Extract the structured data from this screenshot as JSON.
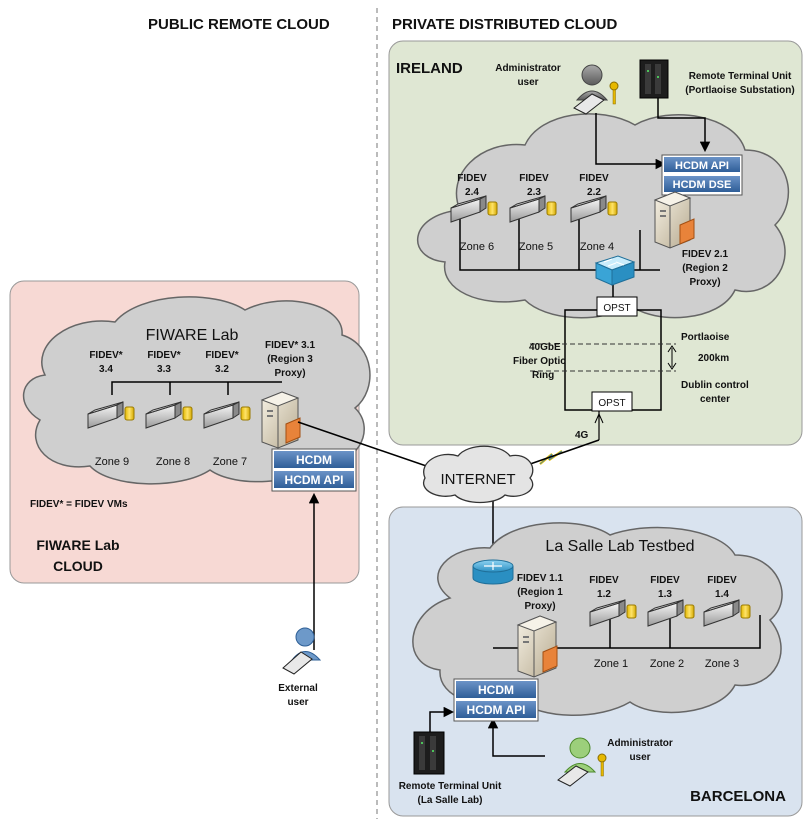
{
  "headers": {
    "public": "PUBLIC REMOTE CLOUD",
    "private": "PRIVATE DISTRIBUTED CLOUD"
  },
  "ireland": {
    "region_label": "IRELAND",
    "admin_user": [
      "Administrator",
      "user"
    ],
    "rtu": [
      "Remote Terminal Unit",
      "(Portlaoise Substation)"
    ],
    "hcdm_api": "HCDM API",
    "hcdm_dse": "HCDM DSE",
    "nodes": [
      {
        "fidev": [
          "FIDEV",
          "2.4"
        ],
        "zone": "Zone 6"
      },
      {
        "fidev": [
          "FIDEV",
          "2.3"
        ],
        "zone": "Zone 5"
      },
      {
        "fidev": [
          "FIDEV",
          "2.2"
        ],
        "zone": "Zone 4"
      }
    ],
    "proxy": [
      "FIDEV 2.1",
      "(Region 2",
      "Proxy)"
    ],
    "opst_top": "OPST",
    "opst_bottom": "OPST",
    "ring": [
      "40GbE",
      "Fiber Optic",
      "Ring"
    ],
    "portlaoise": "Portlaoise",
    "distance": "200km",
    "dublin": [
      "Dublin control",
      "center"
    ],
    "link_4g": "4G"
  },
  "fiware": {
    "cloud_title": "FIWARE Lab",
    "nodes": [
      {
        "fidev": [
          "FIDEV*",
          "3.4"
        ],
        "zone": "Zone 9"
      },
      {
        "fidev": [
          "FIDEV*",
          "3.3"
        ],
        "zone": "Zone 8"
      },
      {
        "fidev": [
          "FIDEV*",
          "3.2"
        ],
        "zone": "Zone 7"
      }
    ],
    "proxy": [
      "FIDEV* 3.1",
      "(Region 3",
      "Proxy)"
    ],
    "hcdm": "HCDM",
    "hcdm_api": "HCDM API",
    "note": "FIDEV* = FIDEV VMs",
    "region_label": [
      "FIWARE Lab",
      "CLOUD"
    ],
    "external_user": [
      "External",
      "user"
    ]
  },
  "internet": "INTERNET",
  "barcelona": {
    "cloud_title": "La Salle Lab Testbed",
    "proxy": [
      "FIDEV 1.1",
      "(Region 1",
      "Proxy)"
    ],
    "nodes": [
      {
        "fidev": [
          "FIDEV",
          "1.2"
        ],
        "zone": "Zone 1"
      },
      {
        "fidev": [
          "FIDEV",
          "1.3"
        ],
        "zone": "Zone 2"
      },
      {
        "fidev": [
          "FIDEV",
          "1.4"
        ],
        "zone": "Zone 3"
      }
    ],
    "hcdm": "HCDM",
    "hcdm_api": "HCDM API",
    "rtu": [
      "Remote Terminal Unit",
      "(La Salle Lab)"
    ],
    "admin_user": [
      "Administrator",
      "user"
    ],
    "region_label": "BARCELONA"
  },
  "colors": {
    "ireland_bg": "#dfe7d3",
    "fiware_bg": "#f7d9d4",
    "barcelona_bg": "#d9e3ef",
    "cloud_fill": "#cfcfcf",
    "hcdm_header": "#3f6fa6"
  }
}
